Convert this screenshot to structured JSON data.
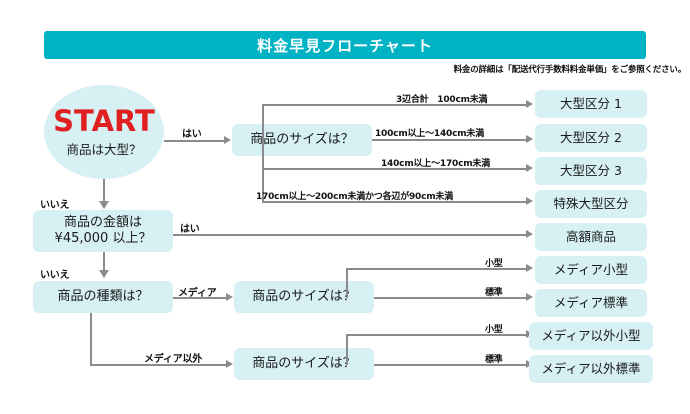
{
  "header": {
    "title": "料金早見フローチャート",
    "subtitle": "料金の詳細は「配送代行手数料料金単価」をご参照ください。",
    "title_bg": "#00b3c4",
    "node_bg": "#d6f0f4",
    "line_color": "#8a8a8f",
    "start_color": "#e02020"
  },
  "start": {
    "label": "START",
    "question": "商品は大型？"
  },
  "decisions": {
    "size_large": "商品のサイズは？",
    "price": "商品の金額は\n¥45,000 以上？",
    "price_line1": "商品の金額は",
    "price_line2": "¥45,000 以上？",
    "kind": "商品の種類は？",
    "size_media": "商品のサイズは？",
    "size_other": "商品のサイズは？"
  },
  "edge_labels": {
    "yes_large": "はい",
    "no_large": "いいえ",
    "yes_price": "はい",
    "no_price": "いいえ",
    "media": "メディア",
    "non_media": "メディア以外",
    "size1": "3辺合計　100cm未満",
    "size2": "100cm以上〜140cm未満",
    "size3": "140cm以上〜170cm未満",
    "size4": "170cm以上〜200cm未満かつ各辺が90cm未満",
    "media_small": "小型",
    "media_standard": "標準",
    "other_small": "小型",
    "other_standard": "標準"
  },
  "results": [
    {
      "label": "大型区分 1"
    },
    {
      "label": "大型区分 2"
    },
    {
      "label": "大型区分 3"
    },
    {
      "label": "特殊大型区分"
    },
    {
      "label": "高額商品"
    },
    {
      "label": "メディア小型"
    },
    {
      "label": "メディア標準"
    },
    {
      "label": "メディア以外小型"
    },
    {
      "label": "メディア以外標準"
    }
  ]
}
